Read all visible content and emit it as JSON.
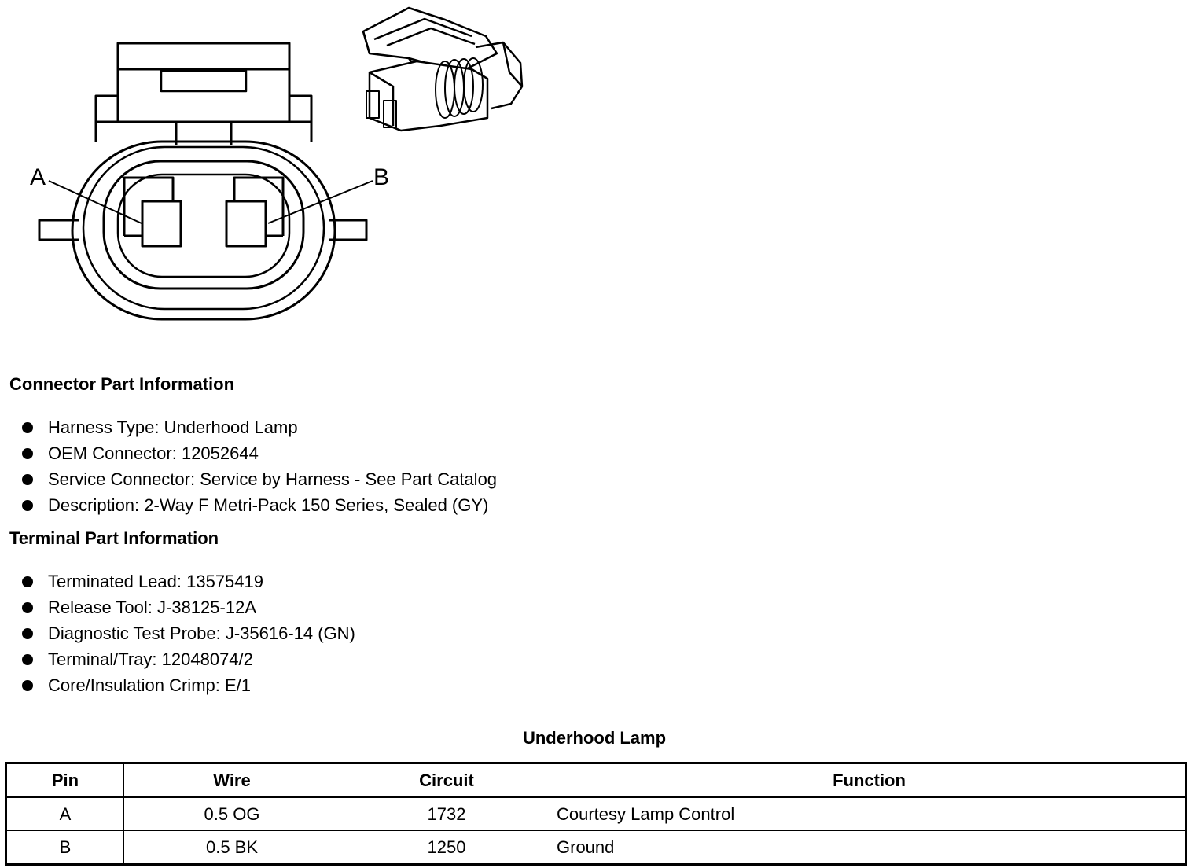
{
  "diagram": {
    "pin_labels": [
      "A",
      "B"
    ]
  },
  "connector_section": {
    "heading": "Connector Part Information",
    "items": [
      "Harness Type: Underhood Lamp",
      "OEM Connector: 12052644",
      "Service Connector: Service by Harness - See Part Catalog",
      "Description: 2-Way F Metri-Pack 150 Series, Sealed (GY)"
    ]
  },
  "terminal_section": {
    "heading": "Terminal Part Information",
    "items": [
      "Terminated Lead: 13575419",
      "Release Tool: J-38125-12A",
      "Diagnostic Test Probe: J-35616-14 (GN)",
      "Terminal/Tray: 12048074/2",
      "Core/Insulation Crimp: E/1"
    ]
  },
  "table": {
    "title": "Underhood Lamp",
    "headers": [
      "Pin",
      "Wire",
      "Circuit",
      "Function"
    ],
    "rows": [
      [
        "A",
        "0.5 OG",
        "1732",
        "Courtesy Lamp Control"
      ],
      [
        "B",
        "0.5 BK",
        "1250",
        "Ground"
      ]
    ]
  }
}
